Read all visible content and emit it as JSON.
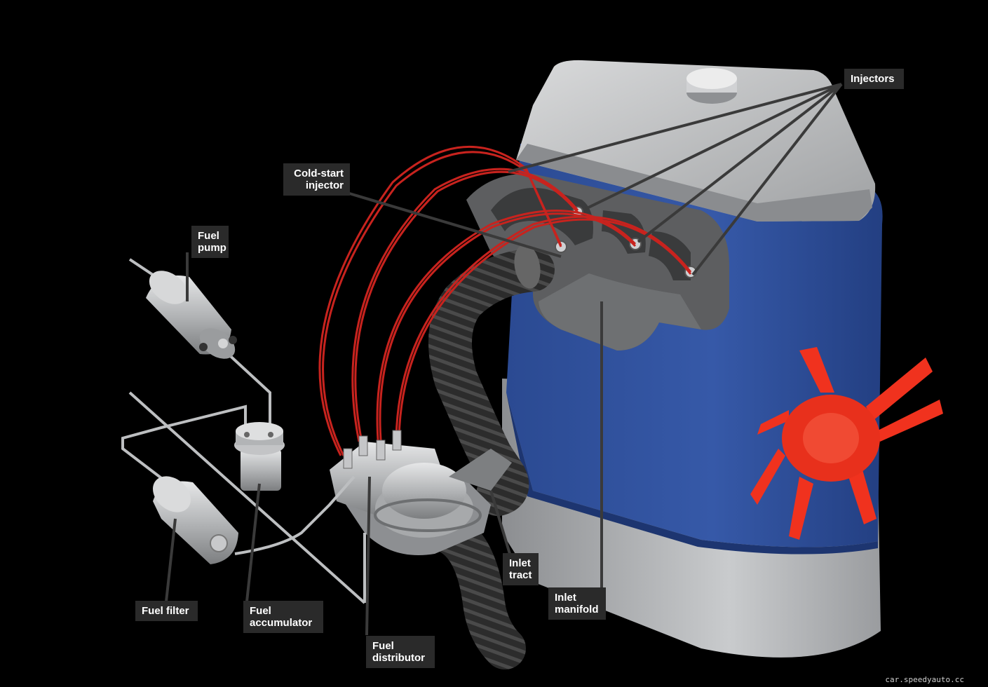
{
  "labels": {
    "injectors": "Injectors",
    "cold_start": "Cold-start\ninjector",
    "fuel_pump": "Fuel\npump",
    "fuel_filter": "Fuel filter",
    "fuel_accumulator": "Fuel\naccumulator",
    "fuel_distributor": "Fuel\ndistributor",
    "inlet_tract": "Inlet\ntract",
    "inlet_manifold": "Inlet\nmanifold"
  },
  "watermark": "car.speedyauto.cc",
  "colors": {
    "engine_blue": "#2e4f9a",
    "engine_grey": "#b7b9bc",
    "fuel_line_red": "#c8231e",
    "fan_orange": "#f0321e",
    "label_bg": "#2a2a2a"
  },
  "icons": {
    "fan": "cooling-fan-icon",
    "pump": "fuel-pump-icon",
    "filter": "fuel-filter-icon",
    "accumulator": "fuel-accumulator-icon"
  }
}
